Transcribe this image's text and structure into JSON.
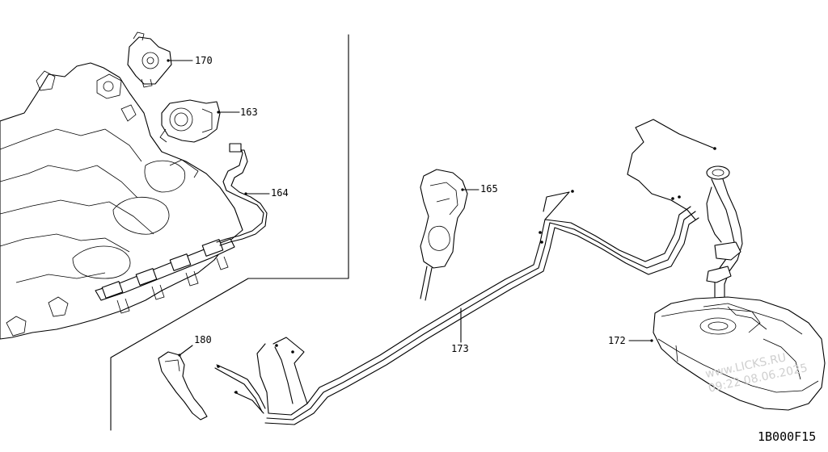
{
  "diagram": {
    "drawing_code": "1B000F15",
    "watermark": {
      "line1": "www.LICKS.RU",
      "line2": "09:22 08.06.2025"
    },
    "part_labels": {
      "p170": "170",
      "p163": "163",
      "p164": "164",
      "p165": "165",
      "p180": "180",
      "p173": "173",
      "p172": "172"
    }
  }
}
